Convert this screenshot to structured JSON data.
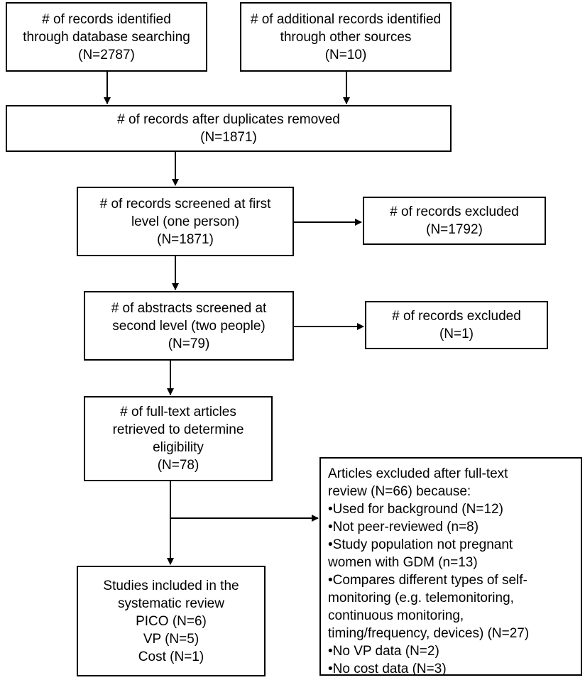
{
  "boxes": {
    "identified_db": [
      "# of records identified",
      "through database searching",
      "(N=2787)"
    ],
    "identified_other": [
      "# of additional records identified",
      "through other sources",
      "(N=10)"
    ],
    "after_duplicates": [
      "# of records after duplicates removed",
      "(N=1871)"
    ],
    "screened_first": [
      "# of records screened at first",
      "level (one person)",
      "(N=1871)"
    ],
    "excluded_first": [
      "# of records excluded",
      "(N=1792)"
    ],
    "screened_second": [
      "# of abstracts screened at",
      "second level (two people)",
      "(N=79)"
    ],
    "excluded_second": [
      "# of records excluded",
      "(N=1)"
    ],
    "fulltext": [
      "# of full-text articles",
      "retrieved to determine",
      "eligibility",
      "(N=78)"
    ],
    "excluded_fulltext": [
      "Articles excluded after full-text",
      "review (N=66) because:",
      "•Used for background (N=12)",
      "•Not peer-reviewed (n=8)",
      "•Study population not pregnant",
      "women with GDM (n=13)",
      "•Compares different types of self-",
      "monitoring (e.g. telemonitoring,",
      "continuous monitoring,",
      "timing/frequency, devices) (N=27)",
      "•No VP data (N=2)",
      "•No cost data (N=3)"
    ],
    "included": [
      "Studies included in the",
      "systematic review",
      "PICO (N=6)",
      "VP (N=5)",
      "Cost (N=1)"
    ]
  }
}
